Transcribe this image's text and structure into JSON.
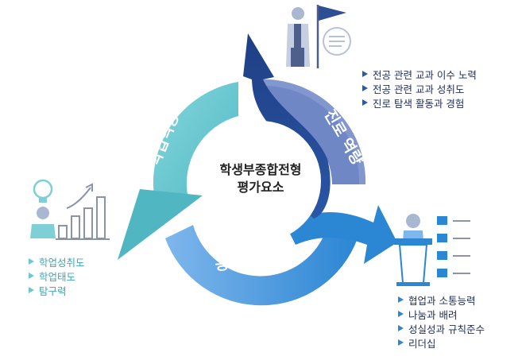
{
  "center": {
    "line1": "학생부종합전형",
    "line2": "평가요소"
  },
  "competencies": {
    "academic": {
      "title": "학업역량",
      "color": "#7fd0d6",
      "items": [
        "학업성취도",
        "학업태도",
        "탐구력"
      ]
    },
    "career": {
      "title": "진로 역량",
      "color": "#5a75b8",
      "items": [
        "전공 관련 교과 이수 노력",
        "전공 관련 교과 성취도",
        "진로 탐색 활동과 경험"
      ]
    },
    "community": {
      "title": "공동체 역량",
      "color": "#2e8fd8",
      "items": [
        "협업과 소통능력",
        "나눔과 배려",
        "성실성과 규칙준수",
        "리더십"
      ]
    }
  }
}
